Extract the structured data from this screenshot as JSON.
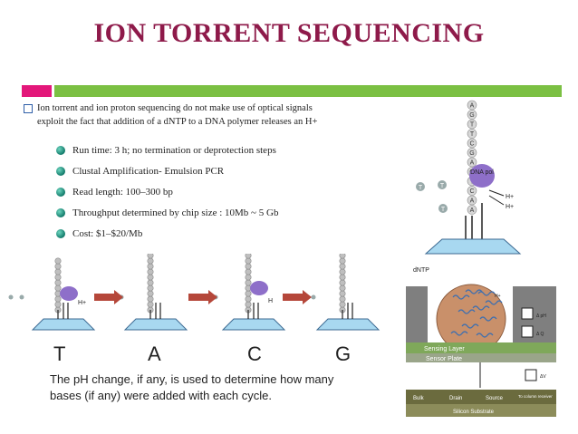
{
  "title": "ION TORRENT SEQUENCING",
  "intro": {
    "line1": "Ion torrent and ion proton sequencing do not make use of optical signals",
    "line2": "exploit the fact that addition of a dNTP to a DNA polymer releases an H+"
  },
  "bullets": [
    "Run time: 3 h; no termination or deprotection steps",
    "Clustal Amplification- Emulsion PCR",
    "Read length: 100–300 bp",
    "Throughput determined by chip size : 10Mb ~ 5 Gb",
    "Cost: $1–$20/Mb"
  ],
  "cycle": {
    "nucleotides": [
      "T",
      "A",
      "C",
      "G"
    ],
    "h_label": "H+",
    "h_label2": "H"
  },
  "caption": {
    "line1": "The pH change, if any, is used to determine how many",
    "line2": "bases (if any) were added with each cycle."
  },
  "right_diagram": {
    "strand_letters": [
      "A",
      "G",
      "T",
      "T",
      "C",
      "G",
      "A",
      "G",
      "T",
      "C",
      "A",
      "A"
    ],
    "dna_pol": "DNA pol",
    "t_label": "T",
    "h1": "H+",
    "h2": "H+"
  },
  "sensor": {
    "dntp": "dNTP",
    "sensing_layer": "Sensing Layer",
    "sensor_plate": "Sensor Plate",
    "delta_v": "ΔV",
    "bulk": "Bulk",
    "drain": "Drain",
    "source": "Source",
    "to_column": "To column receiver",
    "silicon": "Silicon Substrate",
    "delta_ph": "Δ pH",
    "delta_q": "Δ Q",
    "h_plus": "H+"
  },
  "colors": {
    "title": "#8e1a4a",
    "pink_bar": "#e3177a",
    "green_bar": "#7bc043",
    "arrow": "#b5473a",
    "slide": "#a8d8f0",
    "polymerase": "#8e6fc9",
    "bead": "#c9906a"
  }
}
